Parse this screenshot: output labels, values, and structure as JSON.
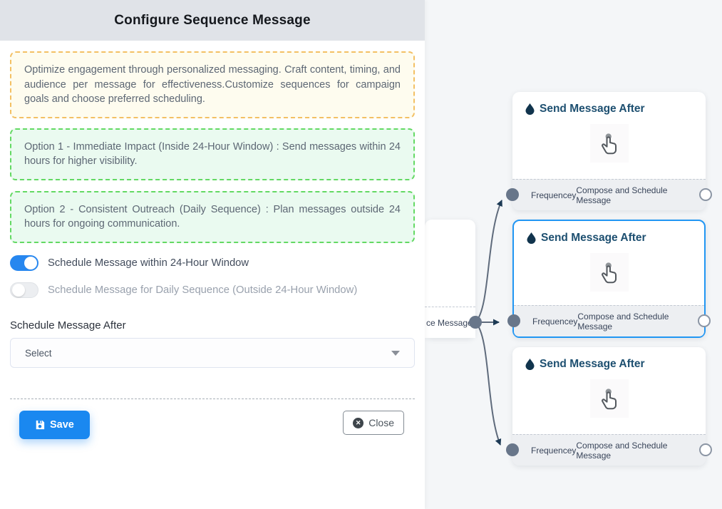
{
  "header": {
    "title": "Configure Sequence Message"
  },
  "info": {
    "text": "Optimize engagement through personalized messaging. Craft content, timing, and audience per message for effectiveness.Customize sequences for campaign goals and choose preferred scheduling."
  },
  "options": [
    {
      "text": "Option 1 - Immediate Impact (Inside 24-Hour Window) : Send messages within 24 hours for higher visibility."
    },
    {
      "text": "Option 2 - Consistent Outreach (Daily Sequence) : Plan messages outside 24 hours for ongoing communication."
    }
  ],
  "toggles": [
    {
      "label": "Schedule Message within 24-Hour Window",
      "state": "on"
    },
    {
      "label": "Schedule Message for Daily Sequence (Outside 24-Hour Window)",
      "state": "off"
    }
  ],
  "schedule_after": {
    "label": "Schedule Message After",
    "selected_value": "Select"
  },
  "actions": {
    "save": "Save",
    "close": "Close"
  },
  "flow": {
    "source_node": {
      "footer_text": "ce Message"
    },
    "nodes": [
      {
        "title": "Send Message After",
        "footer_left": "Frequencey",
        "footer_right": "Compose and Schedule Message",
        "selected": false
      },
      {
        "title": "Send Message After",
        "footer_left": "Frequencey",
        "footer_right": "Compose and Schedule Message",
        "selected": true
      },
      {
        "title": "Send Message After",
        "footer_left": "Frequencey",
        "footer_right": "Compose and Schedule Message",
        "selected": false
      }
    ]
  },
  "colors": {
    "accent_blue": "#1a88f0",
    "selected_node_border": "#2196f3",
    "warning_border": "#f3c064",
    "success_border": "#63d963",
    "node_title": "#1d4f70",
    "edge": "#5f6b7c",
    "arrowhead": "#1c3a55",
    "toggle_on": "#2787ef"
  }
}
